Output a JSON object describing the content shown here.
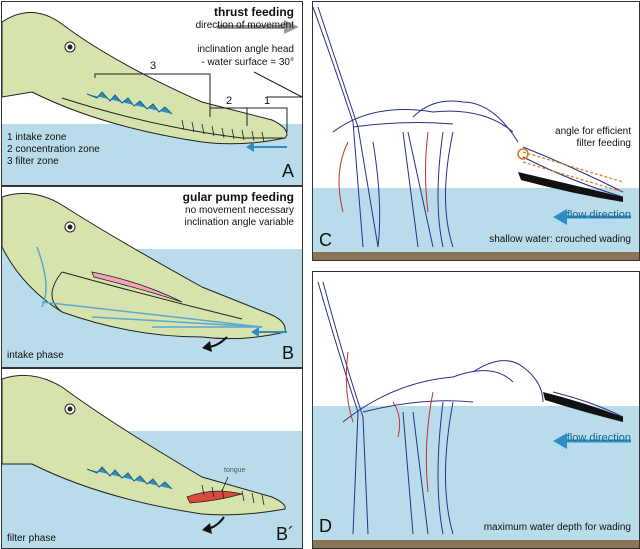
{
  "panelA": {
    "title": "thrust feeding",
    "subtitle": "direction of movement",
    "angle_line1": "inclination angle head",
    "angle_line2": "- water surface = 30°",
    "zone_num_1": "1",
    "zone_num_2": "2",
    "zone_num_3": "3",
    "legend1": "1 intake zone",
    "legend2": "2 concentration zone",
    "legend3": "3 filter zone",
    "letter": "A"
  },
  "panelB": {
    "title": "gular pump feeding",
    "line1": "no movement necessary",
    "line2": "inclination angle variable",
    "phase": "intake phase",
    "letter": "B"
  },
  "panelB2": {
    "tongue": "tongue",
    "phase": "filter phase",
    "letter": "B´"
  },
  "panelC": {
    "angle1": "angle for efficient",
    "angle2": "filter feeding",
    "flow": "flow direction",
    "caption": "shallow water: crouched wading",
    "letter": "C"
  },
  "panelD": {
    "flow": "flow direction",
    "caption": "maximum water depth for wading",
    "letter": "D"
  },
  "colors": {
    "water": "#b9dcea",
    "head": "#d6e3ad",
    "arrow_blue": "#2e8ec4",
    "bone_blue": "#2b2f8a",
    "bone_red": "#c4302b",
    "orange": "#e07a1a",
    "ground": "#8b7355"
  }
}
